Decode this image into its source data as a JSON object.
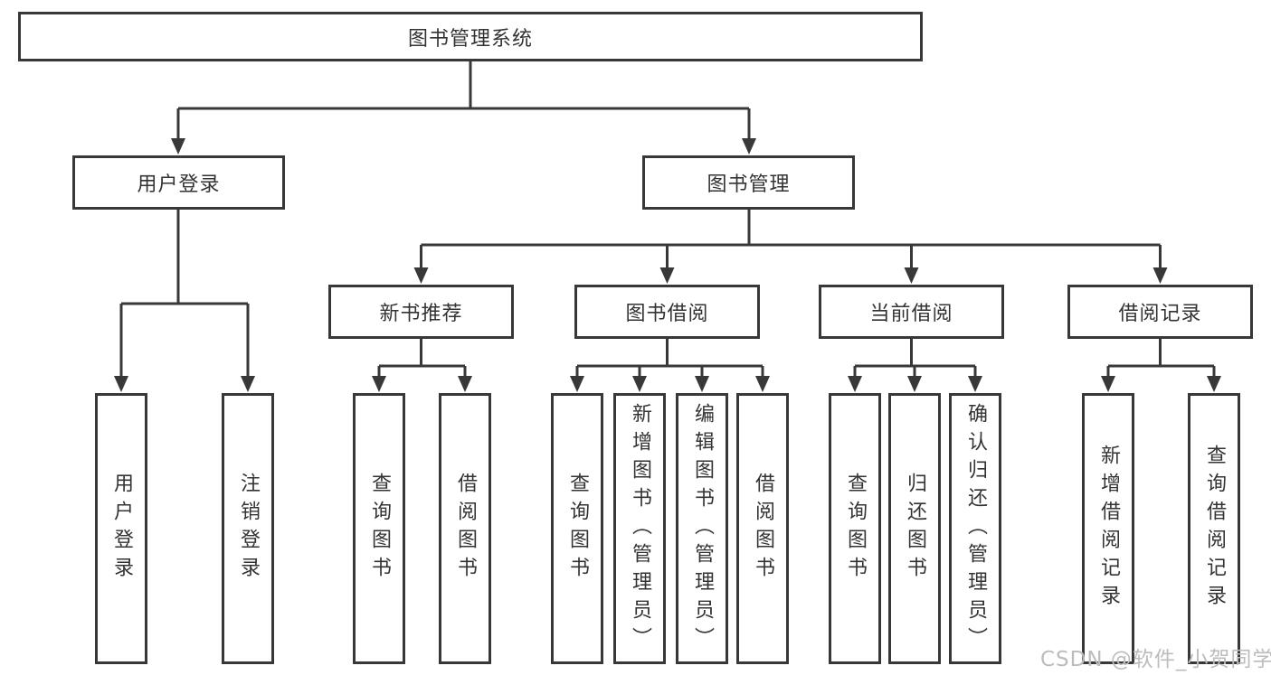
{
  "colors": {
    "line": "#383838",
    "text": "#333333",
    "watermark": "#bcbcbc",
    "box_fill": "#ffffff"
  },
  "root": {
    "label": "图书管理系统"
  },
  "level1": {
    "user_login": {
      "label": "用户登录"
    },
    "book_mgmt": {
      "label": "图书管理"
    }
  },
  "level2": {
    "new_books": {
      "label": "新书推荐"
    },
    "borrowing": {
      "label": "图书借阅"
    },
    "current": {
      "label": "当前借阅"
    },
    "records": {
      "label": "借阅记录"
    }
  },
  "leaves": {
    "user_login": [
      "用户登录",
      "注销登录"
    ],
    "new_books": [
      "查询图书",
      "借阅图书"
    ],
    "borrowing": [
      "查询图书",
      "新增图书（管理员）",
      "编辑图书（管理员）",
      "借阅图书"
    ],
    "current": [
      "查询图书",
      "归还图书",
      "确认归还（管理员）"
    ],
    "records": [
      "新增借阅记录",
      "查询借阅记录"
    ]
  },
  "watermark": "CSDN @软件_小贺同学"
}
